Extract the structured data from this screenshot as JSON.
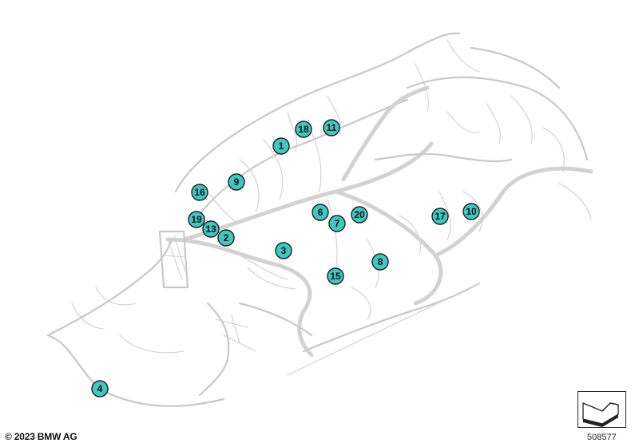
{
  "copyright": "© 2023 BMW AG",
  "reference_number": "508577",
  "callouts": [
    {
      "label": "1"
    },
    {
      "label": "18"
    },
    {
      "label": "11"
    },
    {
      "label": "16"
    },
    {
      "label": "9"
    },
    {
      "label": "19"
    },
    {
      "label": "13"
    },
    {
      "label": "2"
    },
    {
      "label": "6"
    },
    {
      "label": "7"
    },
    {
      "label": "20"
    },
    {
      "label": "17"
    },
    {
      "label": "10"
    },
    {
      "label": "3"
    },
    {
      "label": "8"
    },
    {
      "label": "15"
    },
    {
      "label": "4"
    }
  ],
  "colors": {
    "callout_fill": "#3ec8c4",
    "callout_stroke": "#1d1d1d",
    "wiring": "#c8c8c8"
  }
}
